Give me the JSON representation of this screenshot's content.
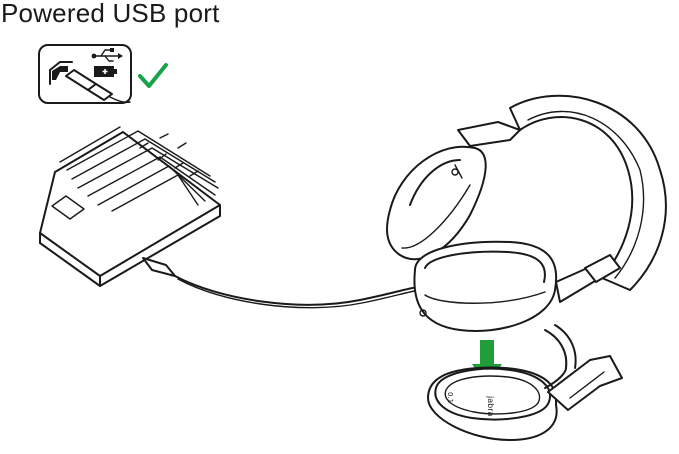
{
  "title": "Powered USB port",
  "colors": {
    "check": "#16a34a",
    "arrow": "#1f9e3a",
    "stroke": "#1a1a1a"
  },
  "icons": [
    "usb-port-icon",
    "usb-symbol-icon",
    "battery-plus-icon",
    "usb-cable-icon",
    "checkmark-icon",
    "down-arrow-icon"
  ],
  "labels": {
    "base_brand": "jabra",
    "base_mark": "0.1"
  }
}
